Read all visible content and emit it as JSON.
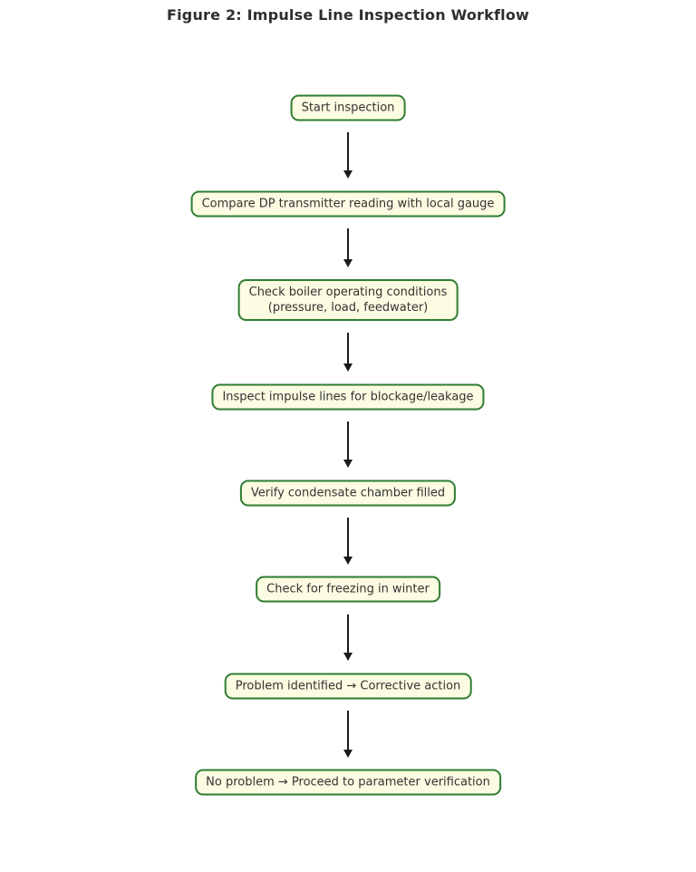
{
  "title": "Figure 2: Impulse Line Inspection Workflow",
  "colors": {
    "background": "#ffffff",
    "title_text": "#2e2e2e",
    "node_fill": "#fcfce2",
    "node_border": "#2e7d32",
    "node_text": "#333333",
    "arrow": "#1a1a1a"
  },
  "flowchart": {
    "type": "vertical-flow",
    "nodes": [
      {
        "label": "Start inspection"
      },
      {
        "label": "Compare DP transmitter reading with local gauge"
      },
      {
        "label": "Check boiler operating conditions\n(pressure, load, feedwater)"
      },
      {
        "label": "Inspect impulse lines for blockage/leakage"
      },
      {
        "label": "Verify condensate chamber filled"
      },
      {
        "label": "Check for freezing in winter"
      },
      {
        "label": "Problem identified → Corrective action"
      },
      {
        "label": "No problem → Proceed to parameter verification"
      }
    ],
    "connections": [
      [
        0,
        1
      ],
      [
        1,
        2
      ],
      [
        2,
        3
      ],
      [
        3,
        4
      ],
      [
        4,
        5
      ],
      [
        5,
        6
      ],
      [
        6,
        7
      ]
    ]
  }
}
